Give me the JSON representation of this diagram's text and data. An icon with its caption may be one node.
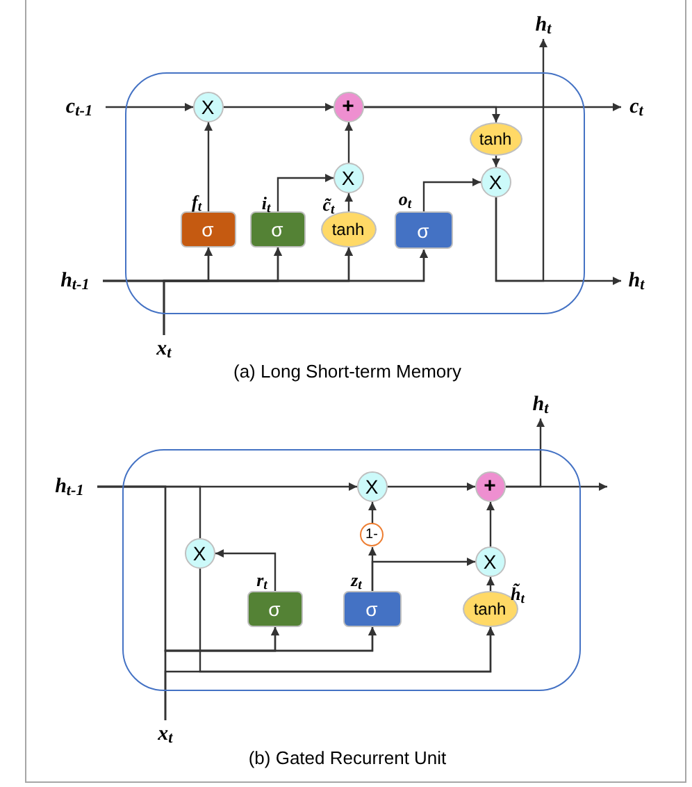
{
  "diagram": {
    "nodes": [
      {
        "text": [],
        "shape": "box"
      },
      {
        "text": [
          "c$_{t-1}$"
        ]
      },
      {
        "text": [
          "X"
        ],
        "in": 0
      },
      {
        "text": [
          "+"
        ],
        "in": 0
      },
      {
        "text": [
          "tanh"
        ],
        "in": 0
      },
      {
        "text": [
          "X"
        ],
        "in": 0
      },
      {
        "text": [
          "X"
        ],
        "in": 0
      },
      {
        "text": [
          "σ"
        ],
        "in": 0,
        "beside": [
          "f$_{t}$"
        ]
      },
      {
        "text": [
          "σ"
        ],
        "in": 0,
        "beside": [
          "i$_{t}$"
        ]
      },
      {
        "text": [
          "tanh"
        ],
        "in": 0,
        "beside": [
          "c̃$_{t}$"
        ]
      },
      {
        "text": [
          "σ"
        ],
        "in": 0,
        "beside": [
          "o$_{t}$"
        ]
      },
      {
        "text": [
          "h$_{t-1}$"
        ]
      },
      {
        "text": [
          "x$_{t}$"
        ]
      },
      {
        "text": [
          "c$_{t}$"
        ]
      },
      {
        "text": [
          "h$_{t}$"
        ]
      },
      {
        "text": [
          "h$_{t}$"
        ]
      },
      {
        "text": [],
        "shape": "box"
      },
      {
        "text": [
          "h$_{t-1}$"
        ]
      },
      {
        "text": [
          "X"
        ],
        "in": 16
      },
      {
        "text": [
          "+"
        ],
        "in": 16
      },
      {
        "text": [
          "1-"
        ],
        "in": 16
      },
      {
        "text": [
          "X"
        ],
        "in": 16
      },
      {
        "text": [
          "X"
        ],
        "in": 16
      },
      {
        "text": [
          "σ"
        ],
        "in": 16,
        "beside": [
          "r$_{t}$"
        ]
      },
      {
        "text": [
          "σ"
        ],
        "in": 16,
        "beside": [
          "z$_{t}$"
        ]
      },
      {
        "text": [
          "tanh"
        ],
        "in": 16,
        "beside": [
          "h̃$_{t}$"
        ]
      },
      {
        "text": [
          "x$_{t}$"
        ]
      },
      {
        "text": [
          "h$_{t}$"
        ]
      }
    ],
    "edges": [
      {
        "from": 1,
        "to": 2,
        "arrow": "to"
      },
      {
        "from": 2,
        "to": 3,
        "arrow": "to"
      },
      {
        "from": 3,
        "to": 13,
        "arrow": "to"
      },
      {
        "from": 3,
        "to": 4,
        "arrow": "to"
      },
      {
        "from": 4,
        "to": 5,
        "arrow": "to"
      },
      {
        "from": 6,
        "to": 3,
        "arrow": "to"
      },
      {
        "from": 7,
        "to": 2,
        "arrow": "to"
      },
      {
        "from": 8,
        "to": 6,
        "arrow": "to"
      },
      {
        "from": 9,
        "to": 6,
        "arrow": "to"
      },
      {
        "from": 10,
        "to": 5,
        "arrow": "to"
      },
      {
        "from": 11,
        "to": 7,
        "arrow": "to"
      },
      {
        "from": 11,
        "to": 8,
        "arrow": "to"
      },
      {
        "from": 11,
        "to": 9,
        "arrow": "to"
      },
      {
        "from": 11,
        "to": 10,
        "arrow": "to"
      },
      {
        "from": 12,
        "to": 7,
        "arrow": "to"
      },
      {
        "from": 12,
        "to": 8,
        "arrow": "to"
      },
      {
        "from": 12,
        "to": 9,
        "arrow": "to"
      },
      {
        "from": 12,
        "to": 10,
        "arrow": "to"
      },
      {
        "from": 5,
        "to": 15,
        "arrow": "to"
      },
      {
        "from": 5,
        "to": 14,
        "arrow": "to"
      },
      {
        "from": 17,
        "to": 18,
        "arrow": "to"
      },
      {
        "from": 17,
        "to": 21,
        "arrow": "none"
      },
      {
        "from": 17,
        "to": 23,
        "arrow": "to"
      },
      {
        "from": 17,
        "to": 24,
        "arrow": "to"
      },
      {
        "from": 26,
        "to": 23,
        "arrow": "to"
      },
      {
        "from": 26,
        "to": 24,
        "arrow": "to"
      },
      {
        "from": 26,
        "to": 25,
        "arrow": "to"
      },
      {
        "from": 21,
        "to": 25,
        "arrow": "to"
      },
      {
        "from": 23,
        "to": 21,
        "arrow": "to"
      },
      {
        "from": 24,
        "to": 20,
        "arrow": "to"
      },
      {
        "from": 24,
        "to": 22,
        "arrow": "to"
      },
      {
        "from": 20,
        "to": 18,
        "arrow": "to"
      },
      {
        "from": 18,
        "to": 19,
        "arrow": "to"
      },
      {
        "from": 25,
        "to": 22,
        "arrow": "to"
      },
      {
        "from": 22,
        "to": 19,
        "arrow": "to"
      },
      {
        "from": 19,
        "to": 27,
        "arrow": "to"
      },
      {
        "from": 19,
        "to": null,
        "arrow": "to"
      }
    ],
    "labels": [
      "(a) Long Short-term Memory",
      "(b) Gated Recurrent Unit"
    ]
  }
}
